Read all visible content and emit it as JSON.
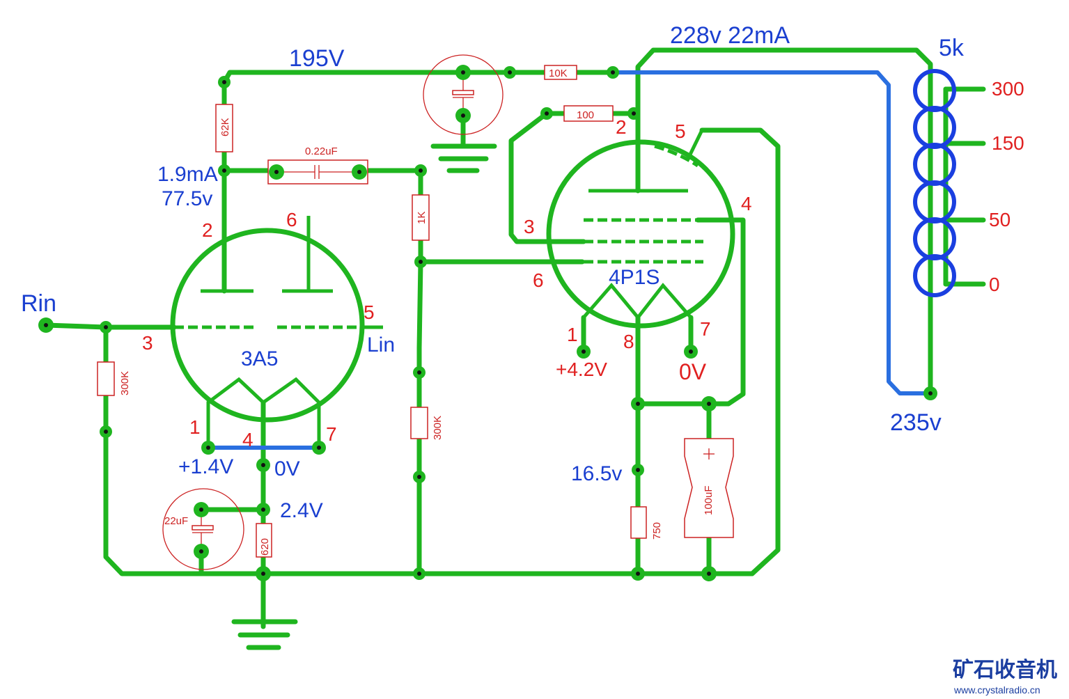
{
  "tubes": {
    "left": {
      "name": "3A5",
      "pin_plate": "2",
      "pin_plate2": "6",
      "pin_grid": "3",
      "pin_grid2": "5",
      "pin_fil1": "1",
      "pin_fil_mid": "4",
      "pin_fil2": "7"
    },
    "right": {
      "name": "4P1S",
      "pin_plate": "2",
      "pin_g3": "5",
      "pin_g2": "4",
      "pin_g1a": "3",
      "pin_g1": "6",
      "pin_fil1": "1",
      "pin_fil_mid": "8",
      "pin_fil2": "7"
    }
  },
  "labels": {
    "rin": "Rin",
    "lin": "Lin",
    "v195": "195V",
    "v228": "228v 22mA",
    "ia": "1.9mA",
    "va": "77.5v",
    "fil_plus": "+1.4V",
    "fil_zero": "0V",
    "cathode": "2.4V",
    "fil2_plus": "+4.2V",
    "fil2_zero": "0V",
    "cath2": "16.5v",
    "out_b": "235v",
    "transformer": "5k"
  },
  "components": {
    "r62k": "62K",
    "c022": "0.22uF",
    "r1k": "1K",
    "r300k_left": "300K",
    "r300k_mid": "300K",
    "r10k": "10K",
    "r100": "100",
    "c22": "22uF",
    "r620": "620",
    "r750": "750",
    "c100": "100uF"
  },
  "taps": [
    "300",
    "150",
    "50",
    "0"
  ],
  "watermark": {
    "title": "矿石收音机",
    "url": "www.crystalradio.cn"
  }
}
